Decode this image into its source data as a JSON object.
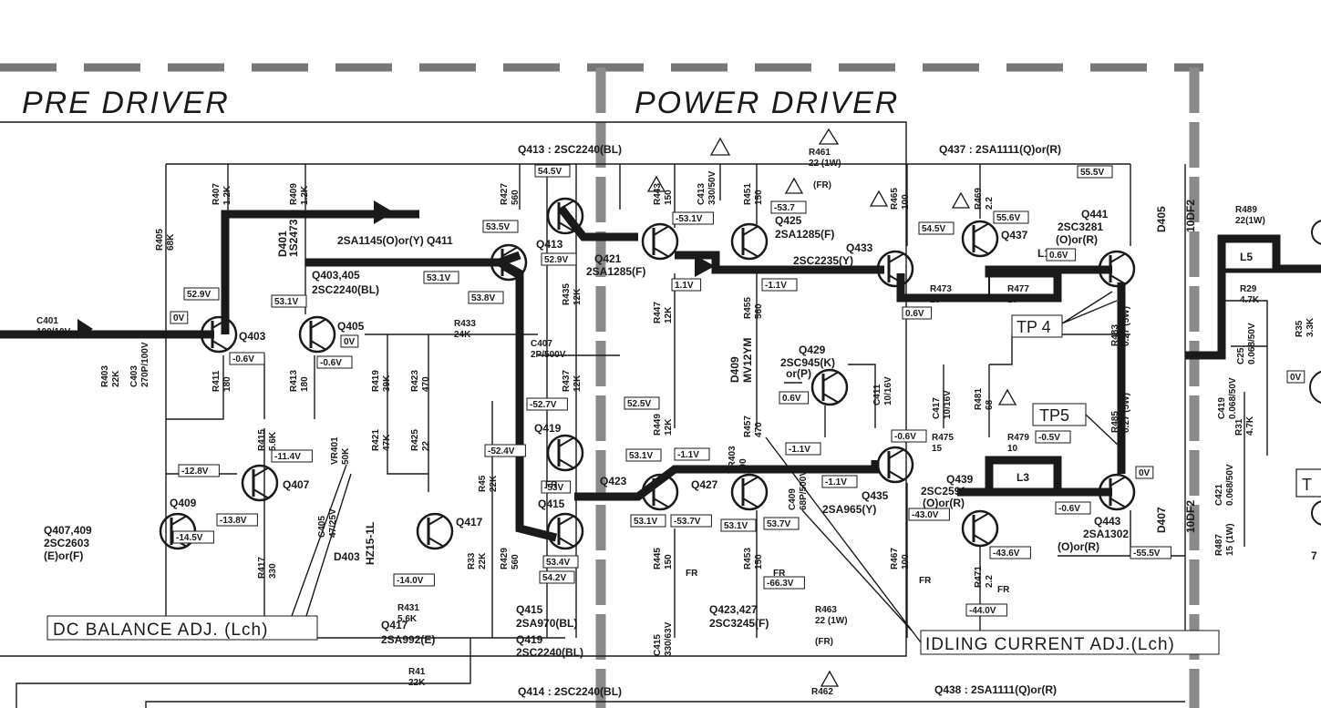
{
  "sections": {
    "pre_driver": "PRE DRIVER",
    "power_driver": "POWER DRIVER"
  },
  "callouts": {
    "dc_balance": "DC BALANCE ADJ. (Lch)",
    "idling": "IDLING CURRENT ADJ.(Lch)"
  },
  "test_points": {
    "tp4": "TP 4",
    "tp5": "TP5"
  },
  "transistor_headers": {
    "q413": "Q413 : 2SC2240(BL)",
    "q437": "Q437 : 2SA1111(Q)or(R)",
    "q414": "Q414 : 2SC2240(BL)",
    "q438": "Q438 : 2SA1111(Q)or(R)"
  },
  "transistors": {
    "q403": "Q403",
    "q405": "Q405",
    "q407": "Q407",
    "q409": "Q409",
    "q417": "Q417",
    "q411": "2SA1145(O)or(Y) Q411",
    "q413": "Q413",
    "q415": "Q415",
    "q419": "Q419",
    "q421": "Q421",
    "q421_type": "2SA1285(F)",
    "q423": "Q423",
    "q425": "Q425",
    "q425_type": "2SA1285(F)",
    "q427": "Q427",
    "q429": "Q429",
    "q429_type": "2SC945(K)",
    "q429_or": "or(P)",
    "q433": "Q433",
    "q433_type": "2SC2235(Y)",
    "q435": "Q435",
    "q435_type": "2SA965(Y)",
    "q437": "Q437",
    "q439": "Q439",
    "q439_type": "2SC2591",
    "q439_grade": "(O)or(R)",
    "q441": "Q441",
    "q441_type": "2SC3281",
    "q441_grade": "(O)or(R)",
    "q443": "Q443",
    "q443_type": "2SA1302",
    "q443_grade": "(O)or(R)"
  },
  "groups": {
    "q403_405": [
      "Q403,405",
      "2SC2240(BL)"
    ],
    "q407_409": [
      "Q407,409",
      "2SC2603",
      "(E)or(F)"
    ],
    "q417": [
      "Q417",
      "2SA992(E)"
    ],
    "q415_419": [
      "Q415",
      "2SA970(BL)",
      "Q419",
      "2SC2240(BL)"
    ],
    "q423_427": [
      "Q423,427",
      "2SC3245(F)"
    ]
  },
  "diodes": {
    "d401": "D401",
    "d401_type": "1S2473",
    "d403": "D403",
    "d403_type": "HZ15-1L",
    "d405": "D405",
    "d405_type": "10DF2",
    "d407": "D407",
    "d407_type": "10DF2",
    "d409": "D409",
    "d409_type": "MV12YM"
  },
  "inductors": {
    "l1": "L1",
    "l3": "L3",
    "l5": "L5"
  },
  "components": [
    {
      "ref": "C401",
      "val": "100/10V"
    },
    {
      "ref": "R403",
      "val": "22K"
    },
    {
      "ref": "C403",
      "val": "270P/100V"
    },
    {
      "ref": "R405",
      "val": "68K"
    },
    {
      "ref": "R407",
      "val": "1.2K"
    },
    {
      "ref": "R409",
      "val": "1.2K"
    },
    {
      "ref": "R411",
      "val": "180"
    },
    {
      "ref": "R413",
      "val": "180"
    },
    {
      "ref": "R415",
      "val": "5.6K"
    },
    {
      "ref": "R417",
      "val": "330"
    },
    {
      "ref": "R419",
      "val": "39K"
    },
    {
      "ref": "R421",
      "val": "47K"
    },
    {
      "ref": "R423",
      "val": "470"
    },
    {
      "ref": "R425",
      "val": "22"
    },
    {
      "ref": "VR401",
      "val": "50K"
    },
    {
      "ref": "C405",
      "val": "47/25V"
    },
    {
      "ref": "R431",
      "val": "5.6K"
    },
    {
      "ref": "R433",
      "val": "24K"
    },
    {
      "ref": "C407",
      "val": "2P/500V"
    },
    {
      "ref": "R427",
      "val": "560"
    },
    {
      "ref": "R435",
      "val": "12K"
    },
    {
      "ref": "R437",
      "val": "12K"
    },
    {
      "ref": "R45",
      "val": "22K"
    },
    {
      "ref": "R33",
      "val": "22K"
    },
    {
      "ref": "R429",
      "val": "560"
    },
    {
      "ref": "R443",
      "val": "150"
    },
    {
      "ref": "C413",
      "val": "330/50V"
    },
    {
      "ref": "R447",
      "val": "12K"
    },
    {
      "ref": "R449",
      "val": "12K"
    },
    {
      "ref": "R445",
      "val": "150"
    },
    {
      "ref": "C415",
      "val": "330/63V"
    },
    {
      "ref": "R451",
      "val": "150"
    },
    {
      "ref": "R455",
      "val": "560"
    },
    {
      "ref": "R457",
      "val": "470"
    },
    {
      "ref": "VR403",
      "val": "500"
    },
    {
      "ref": "C409",
      "val": "68P/500V"
    },
    {
      "ref": "R453",
      "val": "150"
    },
    {
      "ref": "R461",
      "val": "22 (1W)"
    },
    {
      "ref": "R463",
      "val": "22 (1W)"
    },
    {
      "ref": "R465",
      "val": "100"
    },
    {
      "ref": "R469",
      "val": "2.2"
    },
    {
      "ref": "R467",
      "val": "100"
    },
    {
      "ref": "R471",
      "val": "2.2"
    },
    {
      "ref": "R473",
      "val": "15"
    },
    {
      "ref": "R475",
      "val": "15"
    },
    {
      "ref": "R477",
      "val": "10"
    },
    {
      "ref": "R479",
      "val": "10"
    },
    {
      "ref": "C411",
      "val": "10/16V"
    },
    {
      "ref": "C417",
      "val": "10/16V"
    },
    {
      "ref": "R481",
      "val": "68"
    },
    {
      "ref": "R483",
      "val": "0.27 (5W)"
    },
    {
      "ref": "R485",
      "val": "0.27 (5W)"
    },
    {
      "ref": "R489",
      "val": "22(1W)"
    },
    {
      "ref": "R29",
      "val": "4.7K"
    },
    {
      "ref": "C25",
      "val": "0.068/50V"
    },
    {
      "ref": "R35",
      "val": "3.3K"
    },
    {
      "ref": "C419",
      "val": "0.068/50V"
    },
    {
      "ref": "R31",
      "val": "4.7K"
    },
    {
      "ref": "C421",
      "val": "0.068/50V"
    },
    {
      "ref": "R487",
      "val": "15 (1W)"
    },
    {
      "ref": "R41",
      "val": "22K"
    },
    {
      "ref": "R462",
      "val": ""
    }
  ],
  "voltages": [
    "52.9V",
    "0V",
    "-0.6V",
    "53.1V",
    "-0.6V",
    "0V",
    "-11.4V",
    "-12.8V",
    "-13.8V",
    "-14.5V",
    "-14.0V",
    "54.5V",
    "53.5V",
    "52.9V",
    "53.1V",
    "53.8V",
    "-52.7V",
    "52.5V",
    "-52.4V",
    "-53V",
    "53.4V",
    "54.2V",
    "-53.1V",
    "1.1V",
    "53.1V",
    "-1.1V",
    "-53.7",
    "-1.1V",
    "0.6V",
    "-1.1V",
    "-1.1V",
    "53.1V",
    "-53.7V",
    "53.1V",
    "53.7V",
    "-66.3V",
    "54.5V",
    "55.6V",
    "55.5V",
    "0.6V",
    "0.6V",
    "-0.6V",
    "-0.5V",
    "-43.0V",
    "-0.6V",
    "0V",
    "-43.6V",
    "-44.0V",
    "-55.5V",
    "0V"
  ],
  "fr": "(FR)",
  "fr_mark": "FR",
  "edge_letter": "T",
  "edge_number": "7"
}
